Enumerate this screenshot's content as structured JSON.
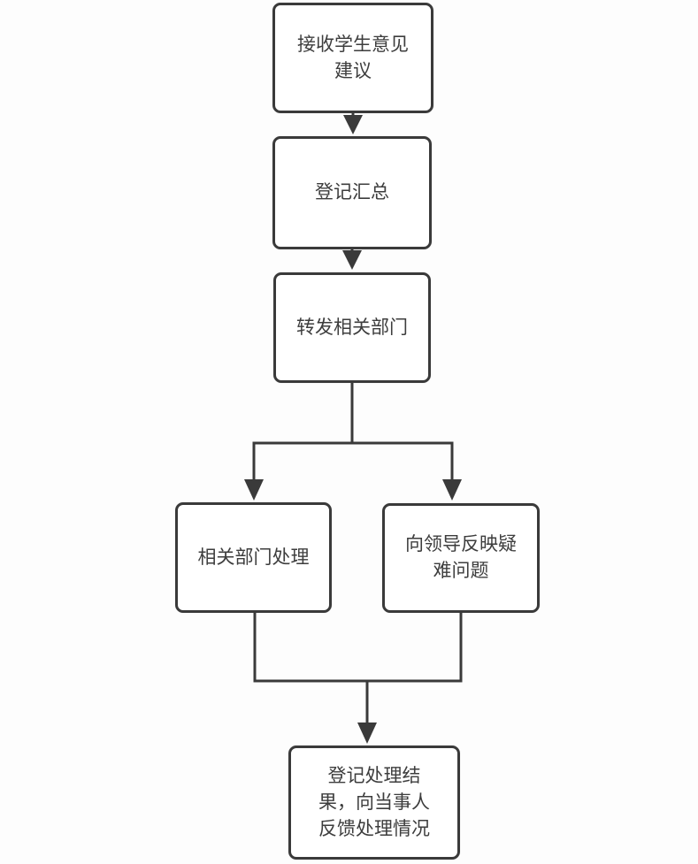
{
  "diagram": {
    "type": "flowchart",
    "direction": "top-down",
    "nodes": [
      {
        "id": "receive",
        "label": "接收学生意见\n建议"
      },
      {
        "id": "register",
        "label": "登记汇总"
      },
      {
        "id": "forward",
        "label": "转发相关部门"
      },
      {
        "id": "dept",
        "label": "相关部门处理"
      },
      {
        "id": "leader",
        "label": "向领导反映疑\n难问题"
      },
      {
        "id": "feedback",
        "label": "登记处理结\n果，向当事人\n反馈处理情况"
      }
    ],
    "edges": [
      {
        "from": "receive",
        "to": "register"
      },
      {
        "from": "register",
        "to": "forward"
      },
      {
        "from": "forward",
        "to": "dept"
      },
      {
        "from": "forward",
        "to": "leader"
      },
      {
        "from": "dept",
        "to": "feedback"
      },
      {
        "from": "leader",
        "to": "feedback"
      }
    ],
    "colors": {
      "line": "#3a3a3a",
      "node_fill": "#ffffff",
      "node_border": "#3a3a3a",
      "text": "#3d3d3d",
      "background": "#fdfdfd"
    }
  }
}
